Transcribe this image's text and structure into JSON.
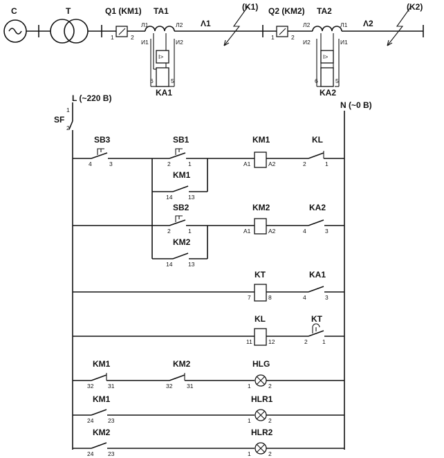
{
  "top": {
    "source": "C",
    "transformer": "T",
    "breaker1": "Q1 (KM1)",
    "ct1": "TA1",
    "line1": "Λ1",
    "fault1": "(K1)",
    "breaker2": "Q2 (KM2)",
    "ct2": "TA2",
    "line2": "Λ2",
    "fault2": "(K2)",
    "relay1": "KA1",
    "relay2": "KA2",
    "relay_symbol": "I>",
    "pins": {
      "q1_1": "1",
      "q1_2": "2",
      "q2_1": "1",
      "q2_2": "2",
      "ta1_l1": "Л1",
      "ta1_l2": "Л2",
      "ta1_i1": "И1",
      "ta1_i2": "И2",
      "ta2_l2": "Л2",
      "ta2_l1": "Л1",
      "ta2_i2": "И2",
      "ta2_i1": "И1",
      "ka1_6": "6",
      "ka1_5": "5",
      "ka2_6": "6",
      "ka2_5": "5"
    }
  },
  "supply": {
    "phase": "L (~220 В)",
    "neutral": "N (~0 В)",
    "sf": "SF",
    "sf_1": "1",
    "sf_2": "2"
  },
  "rows": {
    "r1": {
      "sb3": "SB3",
      "sb3_a": "4",
      "sb3_b": "3",
      "sb1": "SB1",
      "sb1_a": "2",
      "sb1_b": "1",
      "km1": "KM1",
      "km1_a": "A1",
      "km1_b": "A2",
      "kl": "KL",
      "kl_a": "2",
      "kl_b": "1"
    },
    "r1b": {
      "km1": "KM1",
      "a": "14",
      "b": "13"
    },
    "r2": {
      "sb2": "SB2",
      "sb2_a": "2",
      "sb2_b": "1",
      "km2": "KM2",
      "km2_a": "A1",
      "km2_b": "A2",
      "ka2": "KA2",
      "ka2_a": "4",
      "ka2_b": "3"
    },
    "r2b": {
      "km2": "KM2",
      "a": "14",
      "b": "13"
    },
    "r3": {
      "kt": "KT",
      "kt_a": "7",
      "kt_b": "8",
      "ka1": "KA1",
      "ka1_a": "4",
      "ka1_b": "3"
    },
    "r4": {
      "kl": "KL",
      "kl_a": "11",
      "kl_b": "12",
      "kt": "KT",
      "kt_a": "2",
      "kt_b": "1"
    },
    "r5": {
      "km1": "KM1",
      "km1_a": "32",
      "km1_b": "31",
      "km2": "KM2",
      "km2_a": "32",
      "km2_b": "31",
      "hlg": "HLG",
      "hlg_a": "1",
      "hlg_b": "2"
    },
    "r6": {
      "km1": "KM1",
      "km1_a": "24",
      "km1_b": "23",
      "hlr1": "HLR1",
      "hlr1_a": "1",
      "hlr1_b": "2"
    },
    "r7": {
      "km2": "KM2",
      "km2_a": "24",
      "km2_b": "23",
      "hlr2": "HLR2",
      "hlr2_a": "1",
      "hlr2_b": "2"
    }
  }
}
